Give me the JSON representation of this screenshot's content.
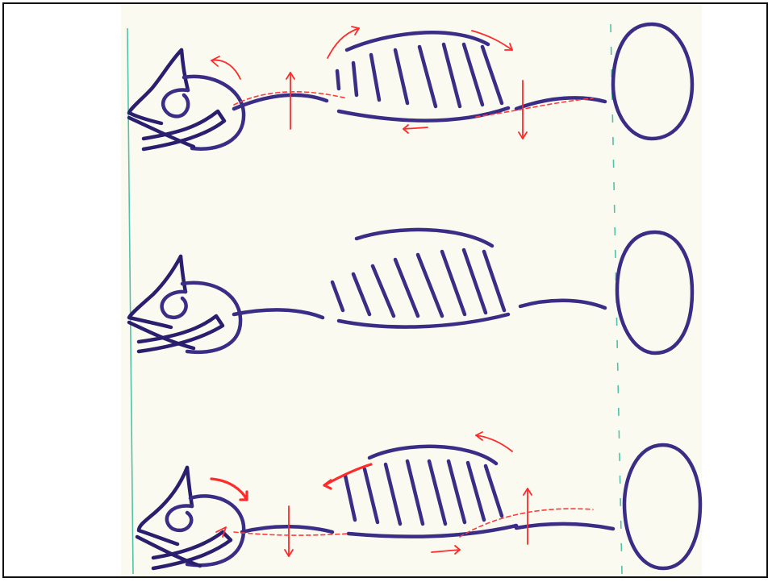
{
  "colors": {
    "paper": "#fbfaf1",
    "ink": "#3a2d86",
    "arrow": "#ff2a2a",
    "guide": "#4fc2a8"
  },
  "figures": [
    {
      "name": "top-sketch",
      "arrows": "flexion-motion"
    },
    {
      "name": "middle-sketch",
      "arrows": "none"
    },
    {
      "name": "bottom-sketch",
      "arrows": "extension-motion"
    }
  ]
}
